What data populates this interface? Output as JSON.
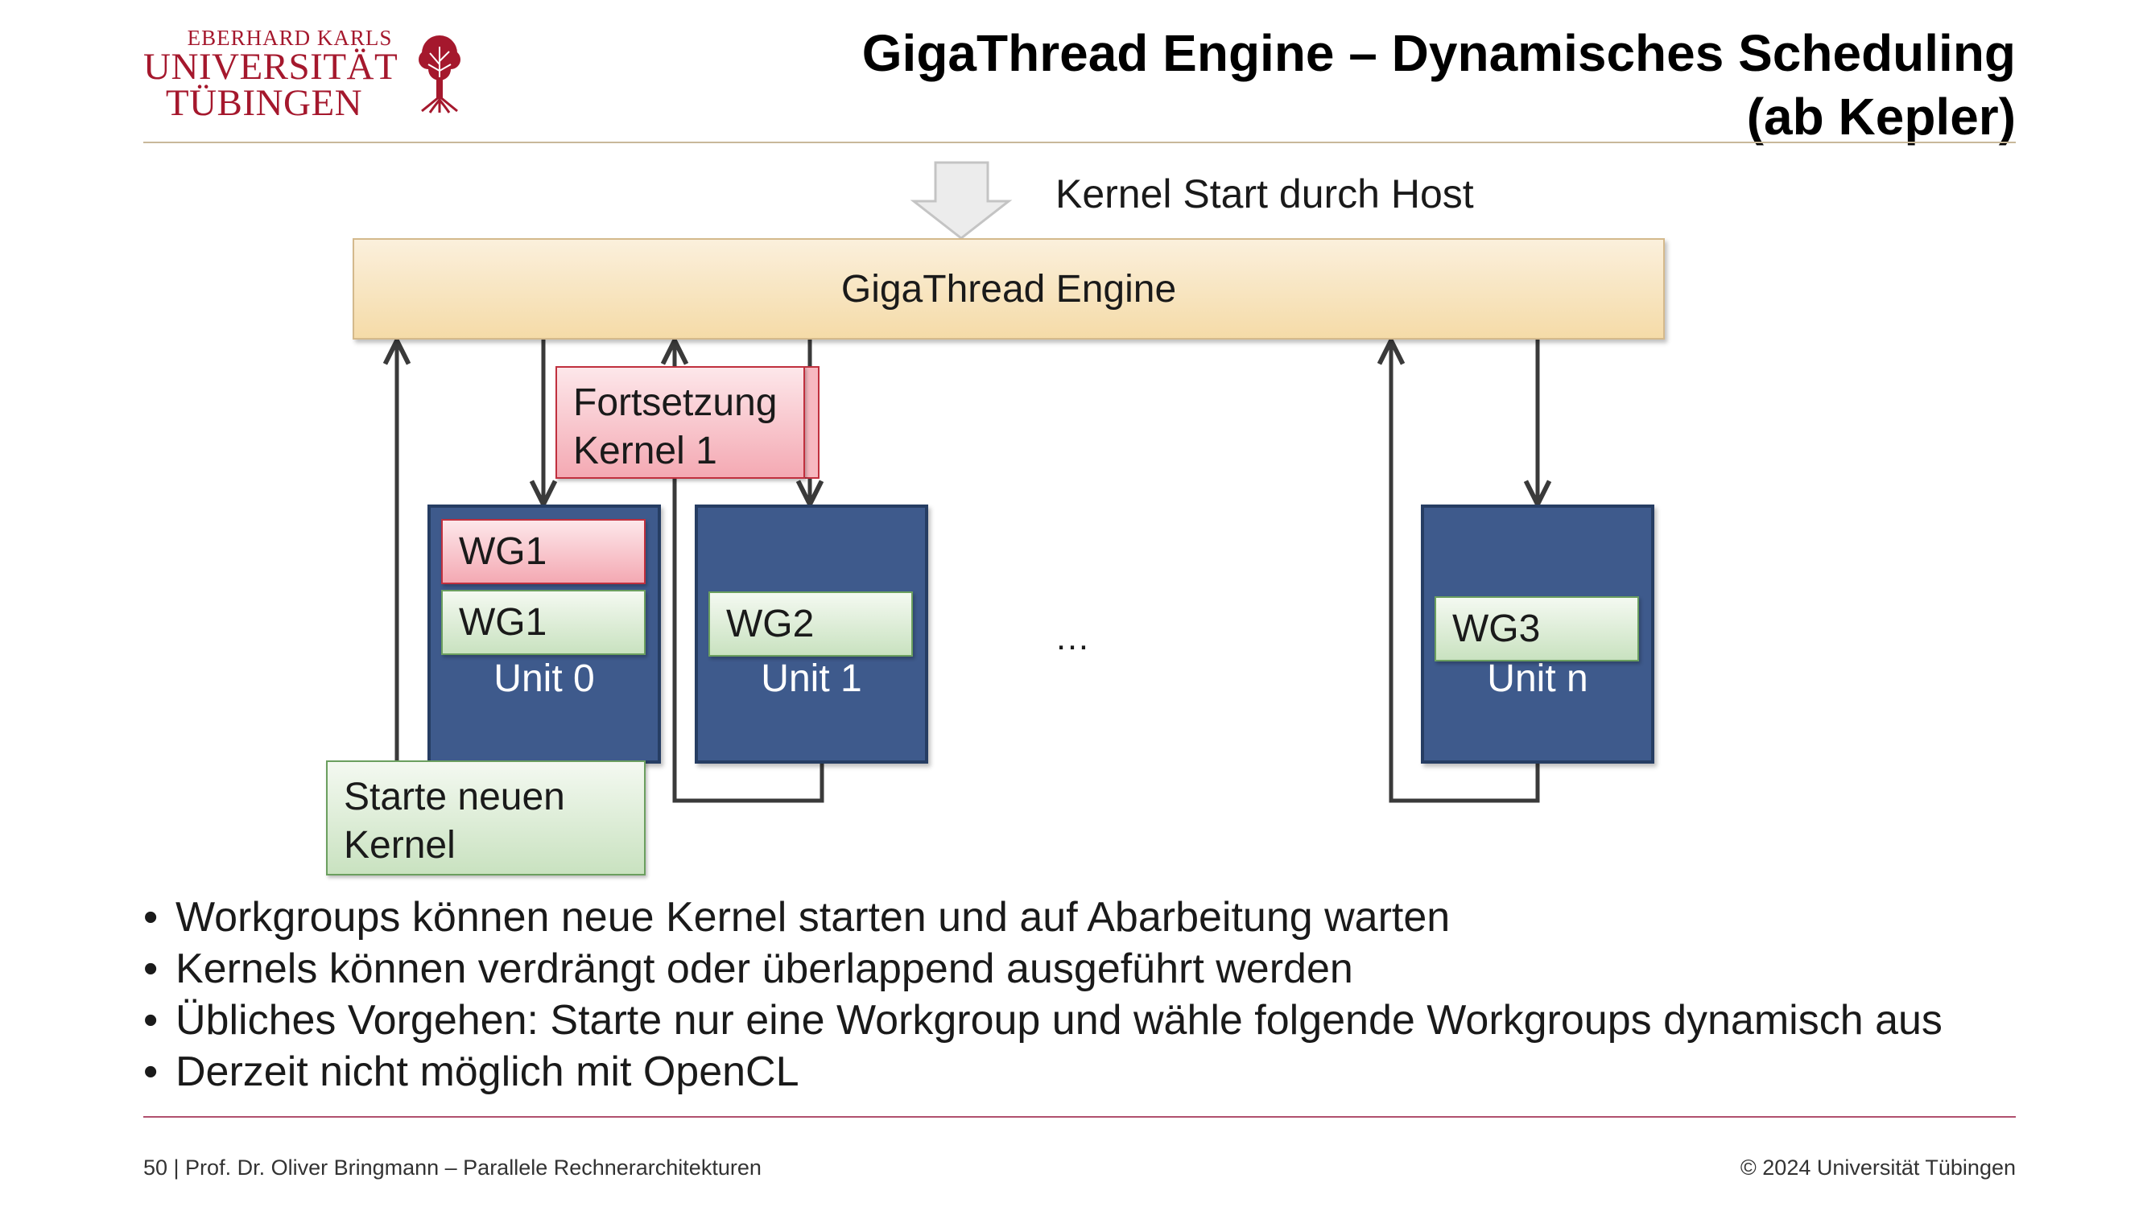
{
  "logo": {
    "line_small": "EBERHARD KARLS",
    "line1": "UNIVERSITÄT",
    "line2": "TÜBINGEN",
    "emblem_icon": "tree-seal-icon"
  },
  "title": {
    "line1": "GigaThread Engine – Dynamisches Scheduling",
    "line2": "(ab Kepler)"
  },
  "diagram": {
    "host_label": "Kernel Start durch Host",
    "engine_label": "GigaThread Engine",
    "units": [
      {
        "label": "Unit 0"
      },
      {
        "label": "Unit 1"
      },
      {
        "label": "Unit n"
      }
    ],
    "workgroups": {
      "unit0_red": "WG1",
      "unit0_green": "WG1",
      "unit1_green": "WG2",
      "unitn_green": "WG3"
    },
    "note_continue": {
      "line1": "Fortsetzung",
      "line2": "Kernel 1"
    },
    "note_start": {
      "line1": "Starte neuen",
      "line2": "Kernel"
    },
    "ellipsis": "…",
    "colors": {
      "unit_fill": "#3e5a8c",
      "engine_fill": "#f5dba8",
      "wg_green": "#c9e2c0",
      "wg_red": "#f4a9b3"
    }
  },
  "bullets": [
    "Workgroups können neue Kernel starten und auf Abarbeitung warten",
    "Kernels können verdrängt oder überlappend ausgeführt werden",
    "Übliches Vorgehen: Starte nur eine Workgroup und wähle folgende Workgroups dynamisch aus",
    "Derzeit nicht möglich mit OpenCL"
  ],
  "footer": {
    "left": "50 | Prof. Dr. Oliver Bringmann – Parallele Rechnerarchitekturen",
    "right": "© 2024 Universität Tübingen"
  }
}
